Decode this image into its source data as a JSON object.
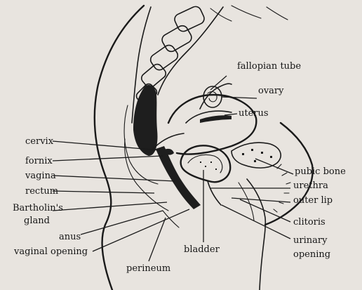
{
  "labels": {
    "fallopian_tube": "fallopian tube",
    "ovary": "ovary",
    "uterus": "uterus",
    "cervix": "cervix",
    "fornix": "fornix",
    "vagina": "vagina",
    "rectum": "rectum",
    "bartholins_line1": "Bartholin's",
    "bartholins_line2": "gland",
    "anus": "anus",
    "vaginal_opening": "vaginal opening",
    "perineum": "perineum",
    "bladder": "bladder",
    "pubic_bone": "pubic bone",
    "urethra": "urethra",
    "outer_lip": "outer lip",
    "clitoris": "clitoris",
    "urinary_opening_line1": "urinary",
    "urinary_opening_line2": "opening"
  }
}
